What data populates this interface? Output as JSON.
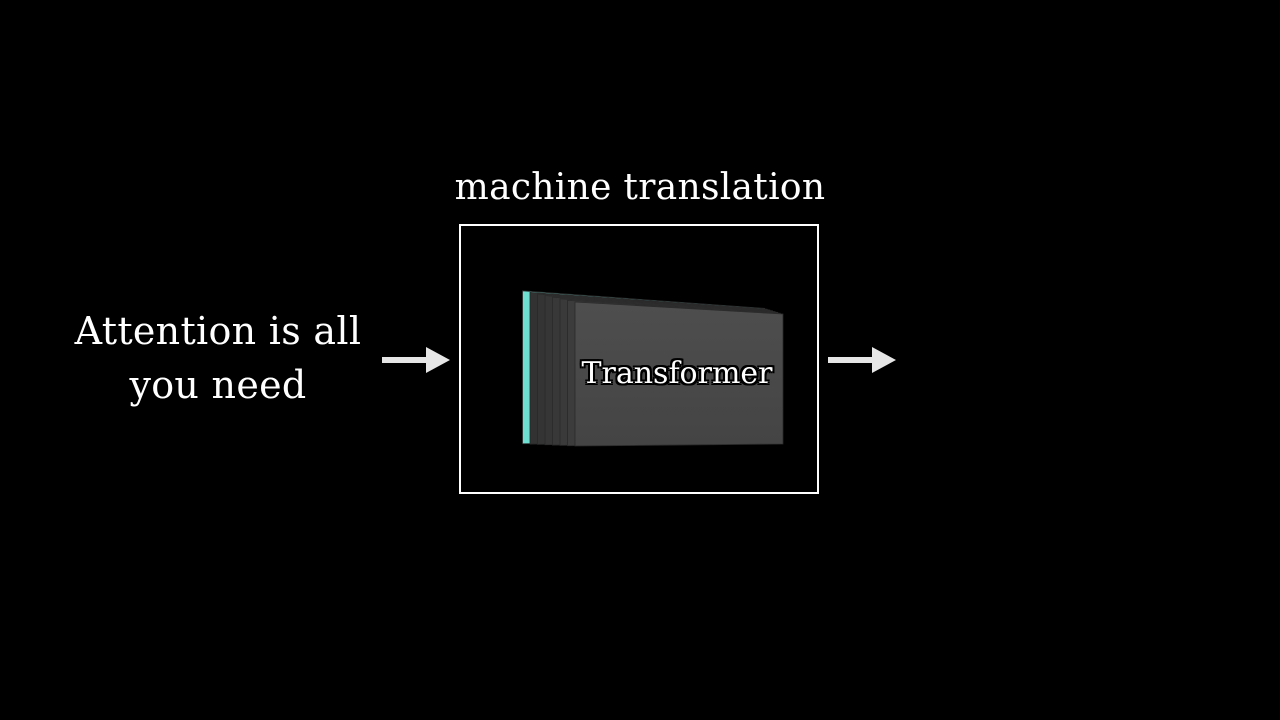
{
  "input": {
    "line1": "Attention is all",
    "line2": "you need"
  },
  "task": {
    "label": "machine translation"
  },
  "model": {
    "label": "Transformer",
    "layer_count": 8,
    "colors": {
      "front_face": "#4a4a4a",
      "back_layer": "#5fd0c4"
    }
  },
  "colors": {
    "background": "#000000",
    "foreground": "#ffffff",
    "arrow": "#e6e6e6"
  }
}
